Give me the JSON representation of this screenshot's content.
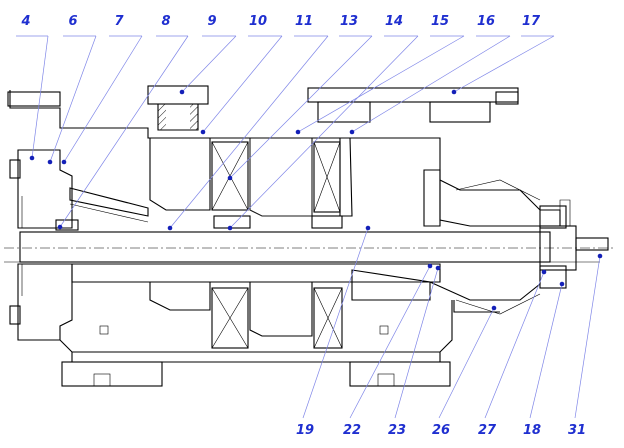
{
  "colors": {
    "callout_text": "#1f2fd0",
    "leader_line": "#7f86e8",
    "dot": "#1420b8",
    "hatch": "#000000"
  },
  "callouts_top": [
    "4",
    "6",
    "7",
    "8",
    "9",
    "10",
    "11",
    "13",
    "14",
    "15",
    "16",
    "17"
  ],
  "callouts_bottom": [
    "19",
    "22",
    "23",
    "26",
    "27",
    "18",
    "31"
  ]
}
